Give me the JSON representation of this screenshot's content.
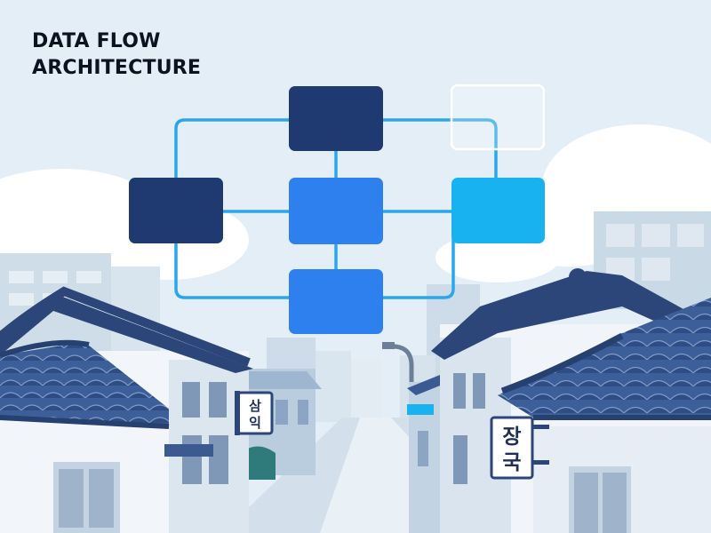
{
  "title": {
    "line1": "DATA FLOW",
    "line2": "ARCHITECTURE"
  },
  "signs": {
    "left": [
      "삼",
      "익"
    ],
    "right": [
      "장",
      "국"
    ]
  },
  "diagram": {
    "nodes": [
      {
        "id": "top-center",
        "variant": "dark"
      },
      {
        "id": "top-right-ghost",
        "variant": "outline"
      },
      {
        "id": "middle-left",
        "variant": "dark"
      },
      {
        "id": "middle-center",
        "variant": "blue"
      },
      {
        "id": "middle-right",
        "variant": "cyan"
      },
      {
        "id": "bottom-center",
        "variant": "blue"
      }
    ]
  },
  "colors": {
    "sky": "#e3eef7",
    "dark_node": "#1e3a70",
    "blue_node": "#2f80ef",
    "cyan_node": "#17b2ef",
    "connector": "#2aa6ee",
    "roof": "#3a5a93",
    "title": "#0c1320"
  }
}
